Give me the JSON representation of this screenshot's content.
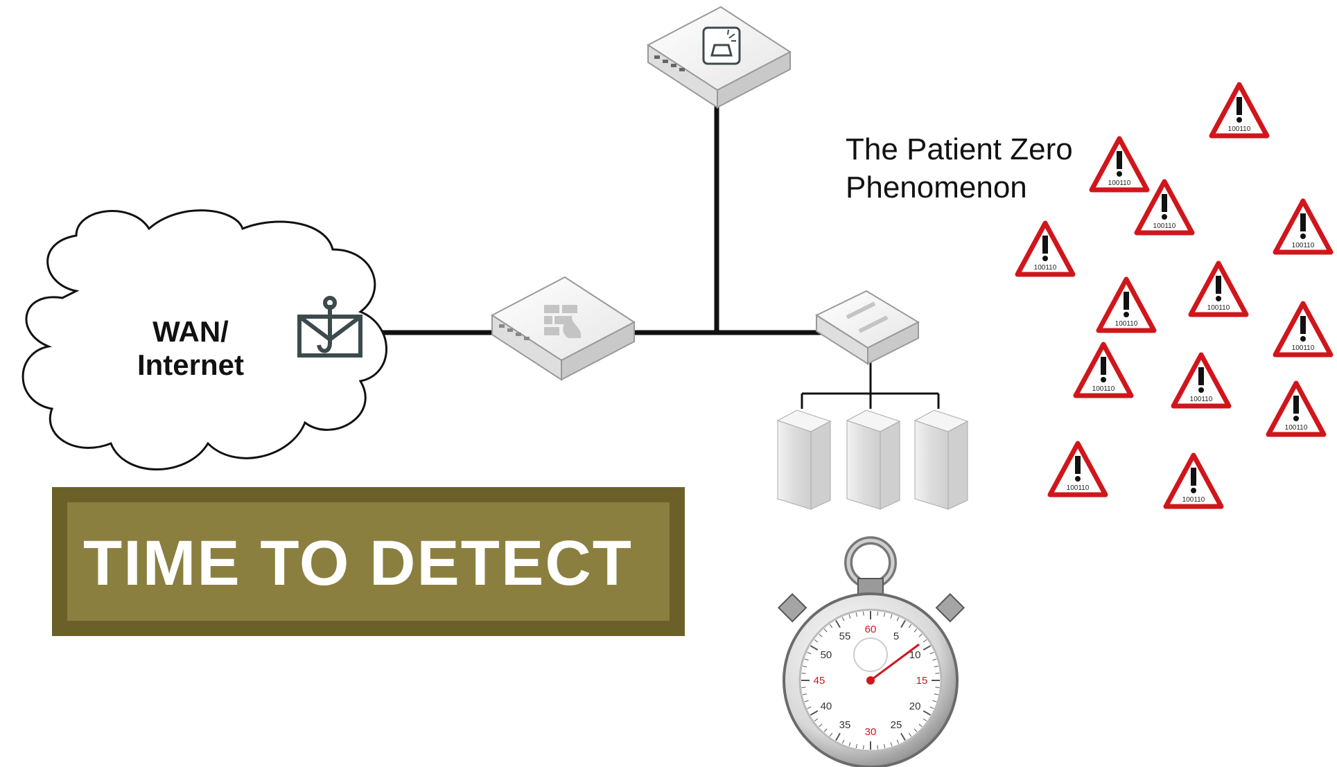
{
  "cloud": {
    "label_line1": "WAN/",
    "label_line2": "Internet"
  },
  "patient_zero": {
    "line1": "The Patient Zero",
    "line2": "Phenomenon"
  },
  "banner": {
    "text": "TIME TO DETECT"
  },
  "warning_sign_text": "100110",
  "stopwatch": {
    "top_label": "60",
    "numbers": [
      "5",
      "10",
      "15",
      "20",
      "25",
      "30",
      "35",
      "40",
      "45",
      "50",
      "55"
    ]
  },
  "colors": {
    "banner_fill": "#8b7f3f",
    "banner_border": "#6b6128",
    "warning_red": "#d0161b",
    "line": "#111111"
  },
  "icons": [
    "cloud-icon",
    "phishing-mail-icon",
    "firewall-appliance-icon",
    "sandbox-appliance-icon",
    "switch-icon",
    "server-icon",
    "warning-icon",
    "stopwatch-icon"
  ]
}
